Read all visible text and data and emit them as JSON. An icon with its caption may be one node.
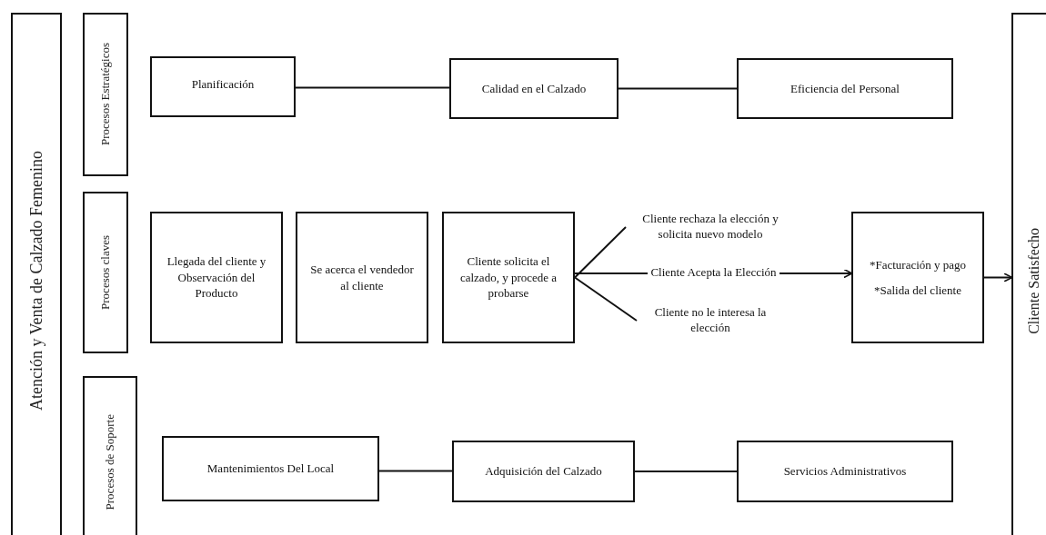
{
  "diagram": {
    "nodes": [
      {
        "text": [
          "Atención y Venta de Calzado Femenino"
        ]
      },
      {
        "text": [
          "Procesos Estratégicos"
        ]
      },
      {
        "text": [
          "Procesos claves"
        ]
      },
      {
        "text": [
          "Procesos de Soporte"
        ]
      },
      {
        "text": [
          "Planificación"
        ]
      },
      {
        "text": [
          "Calidad en el Calzado"
        ]
      },
      {
        "text": [
          "Eficiencia del Personal"
        ]
      },
      {
        "text": [
          "Llegada del cliente y Observación del Producto"
        ]
      },
      {
        "text": [
          "Se acerca el vendedor al cliente"
        ]
      },
      {
        "text": [
          "Cliente solicita el calzado, y procede a probarse"
        ]
      },
      {
        "text": [
          "Cliente rechaza la elección y solicita nuevo modelo"
        ]
      },
      {
        "text": [
          "Cliente Acepta la Elección"
        ]
      },
      {
        "text": [
          "Cliente no le interesa la elección"
        ]
      },
      {
        "text": [
          "*Facturación y pago",
          "*Salida del cliente"
        ]
      },
      {
        "text": [
          "Cliente Satisfecho"
        ]
      },
      {
        "text": [
          "Mantenimientos Del Local"
        ]
      },
      {
        "text": [
          "Adquisición del Calzado"
        ]
      },
      {
        "text": [
          "Servicios Administrativos"
        ]
      }
    ],
    "edges": [
      {
        "from": 4,
        "to": 5,
        "arrow": "none"
      },
      {
        "from": 5,
        "to": 6,
        "arrow": "none"
      },
      {
        "from": 9,
        "to": 10,
        "arrow": "none"
      },
      {
        "from": 9,
        "to": 11,
        "arrow": "none"
      },
      {
        "from": 9,
        "to": 12,
        "arrow": "none"
      },
      {
        "from": 11,
        "to": 13,
        "arrow": "to"
      },
      {
        "from": 13,
        "to": 14,
        "arrow": "to"
      },
      {
        "from": 15,
        "to": 16,
        "arrow": "none"
      },
      {
        "from": 16,
        "to": 17,
        "arrow": "none"
      }
    ]
  }
}
